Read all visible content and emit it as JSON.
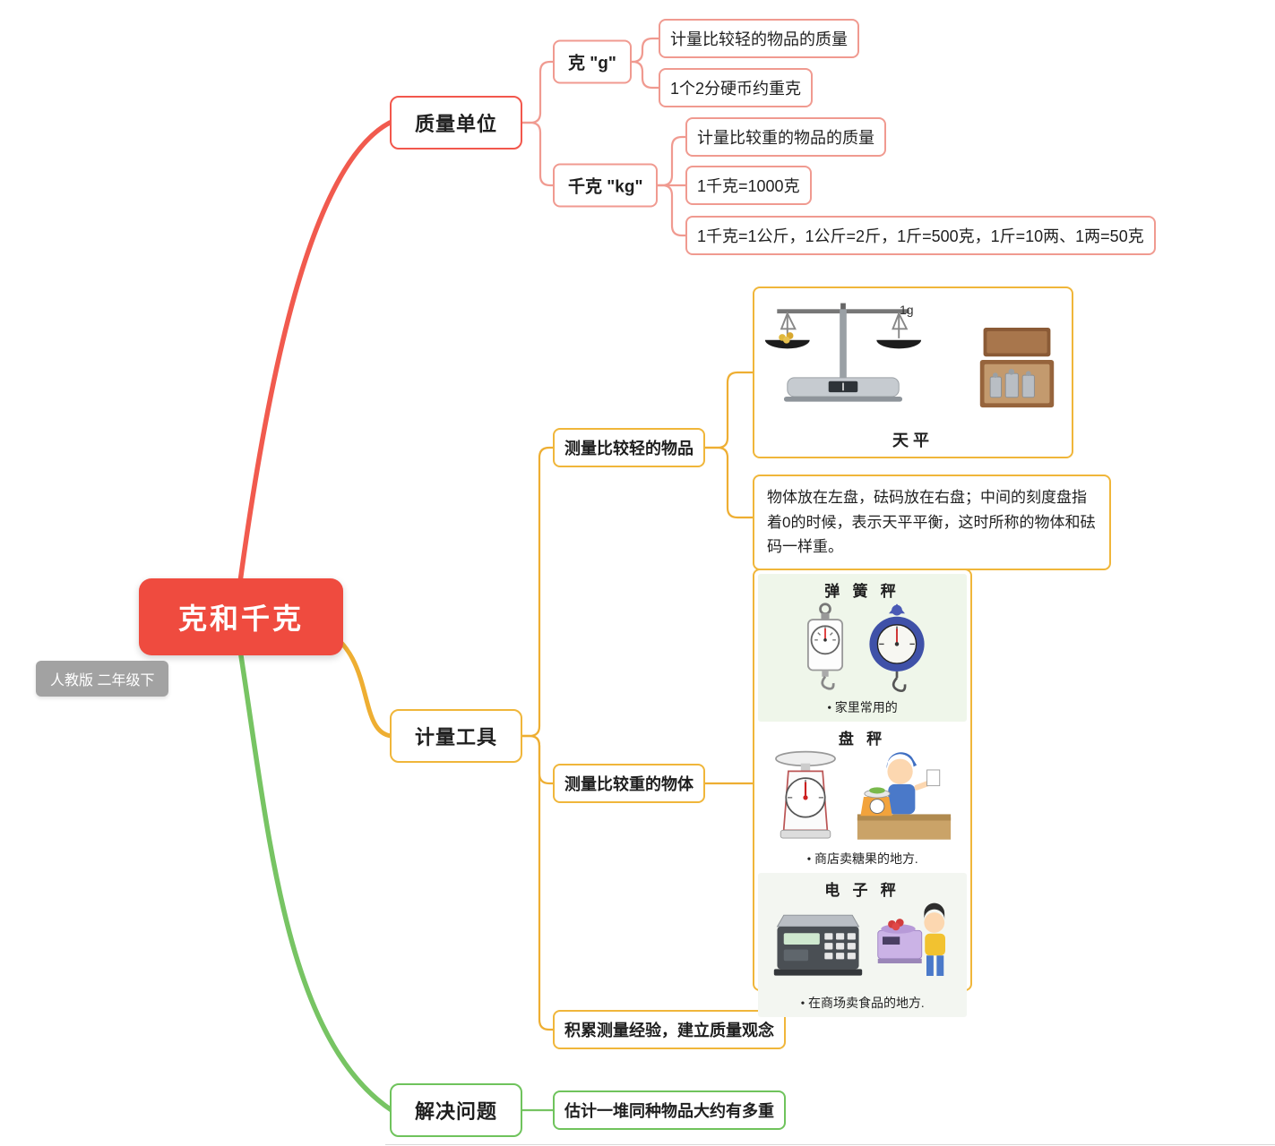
{
  "root": {
    "label": "克和千克"
  },
  "edition": {
    "label": "人教版 二年级下"
  },
  "mass_units": {
    "label": "质量单位",
    "gram": {
      "label": "克  \"g\""
    },
    "gram_children": [
      "计量比较轻的物品的质量",
      "1个2分硬币约重克"
    ],
    "kilogram": {
      "label": "千克  \"kg\""
    },
    "kg_children": [
      "计量比较重的物品的质量",
      "1千克=1000克",
      "1千克=1公斤，1公斤=2斤，1斤=500克，1斤=10两、1两=50克"
    ]
  },
  "tools": {
    "label": "计量工具",
    "light": {
      "label": "测量比较轻的物品"
    },
    "balance": {
      "weight_mark": "1g",
      "caption": "天平"
    },
    "balance_note": "物体放在左盘，砝码放在右盘；中间的刻度盘指着0的时候，表示天平平衡，这时所称的物体和砝码一样重。",
    "heavy": {
      "label": "测量比较重的物体"
    },
    "scales": {
      "spring": {
        "title": "弹 簧 秤",
        "note": "• 家里常用的"
      },
      "pan": {
        "title": "盘  秤",
        "note": "• 商店卖糖果的地方."
      },
      "electronic": {
        "title": "电 子 秤",
        "note": "• 在商场卖食品的地方."
      }
    },
    "experience": {
      "label": "积累测量经验，建立质量观念"
    }
  },
  "problems": {
    "label": "解决问题",
    "child": "估计一堆同种物品大约有多重"
  },
  "colors": {
    "red": "#f0493e",
    "salmon": "#f09a90",
    "yellow": "#f0b63a",
    "green": "#6fc35c",
    "gray": "#a2a2a2"
  }
}
